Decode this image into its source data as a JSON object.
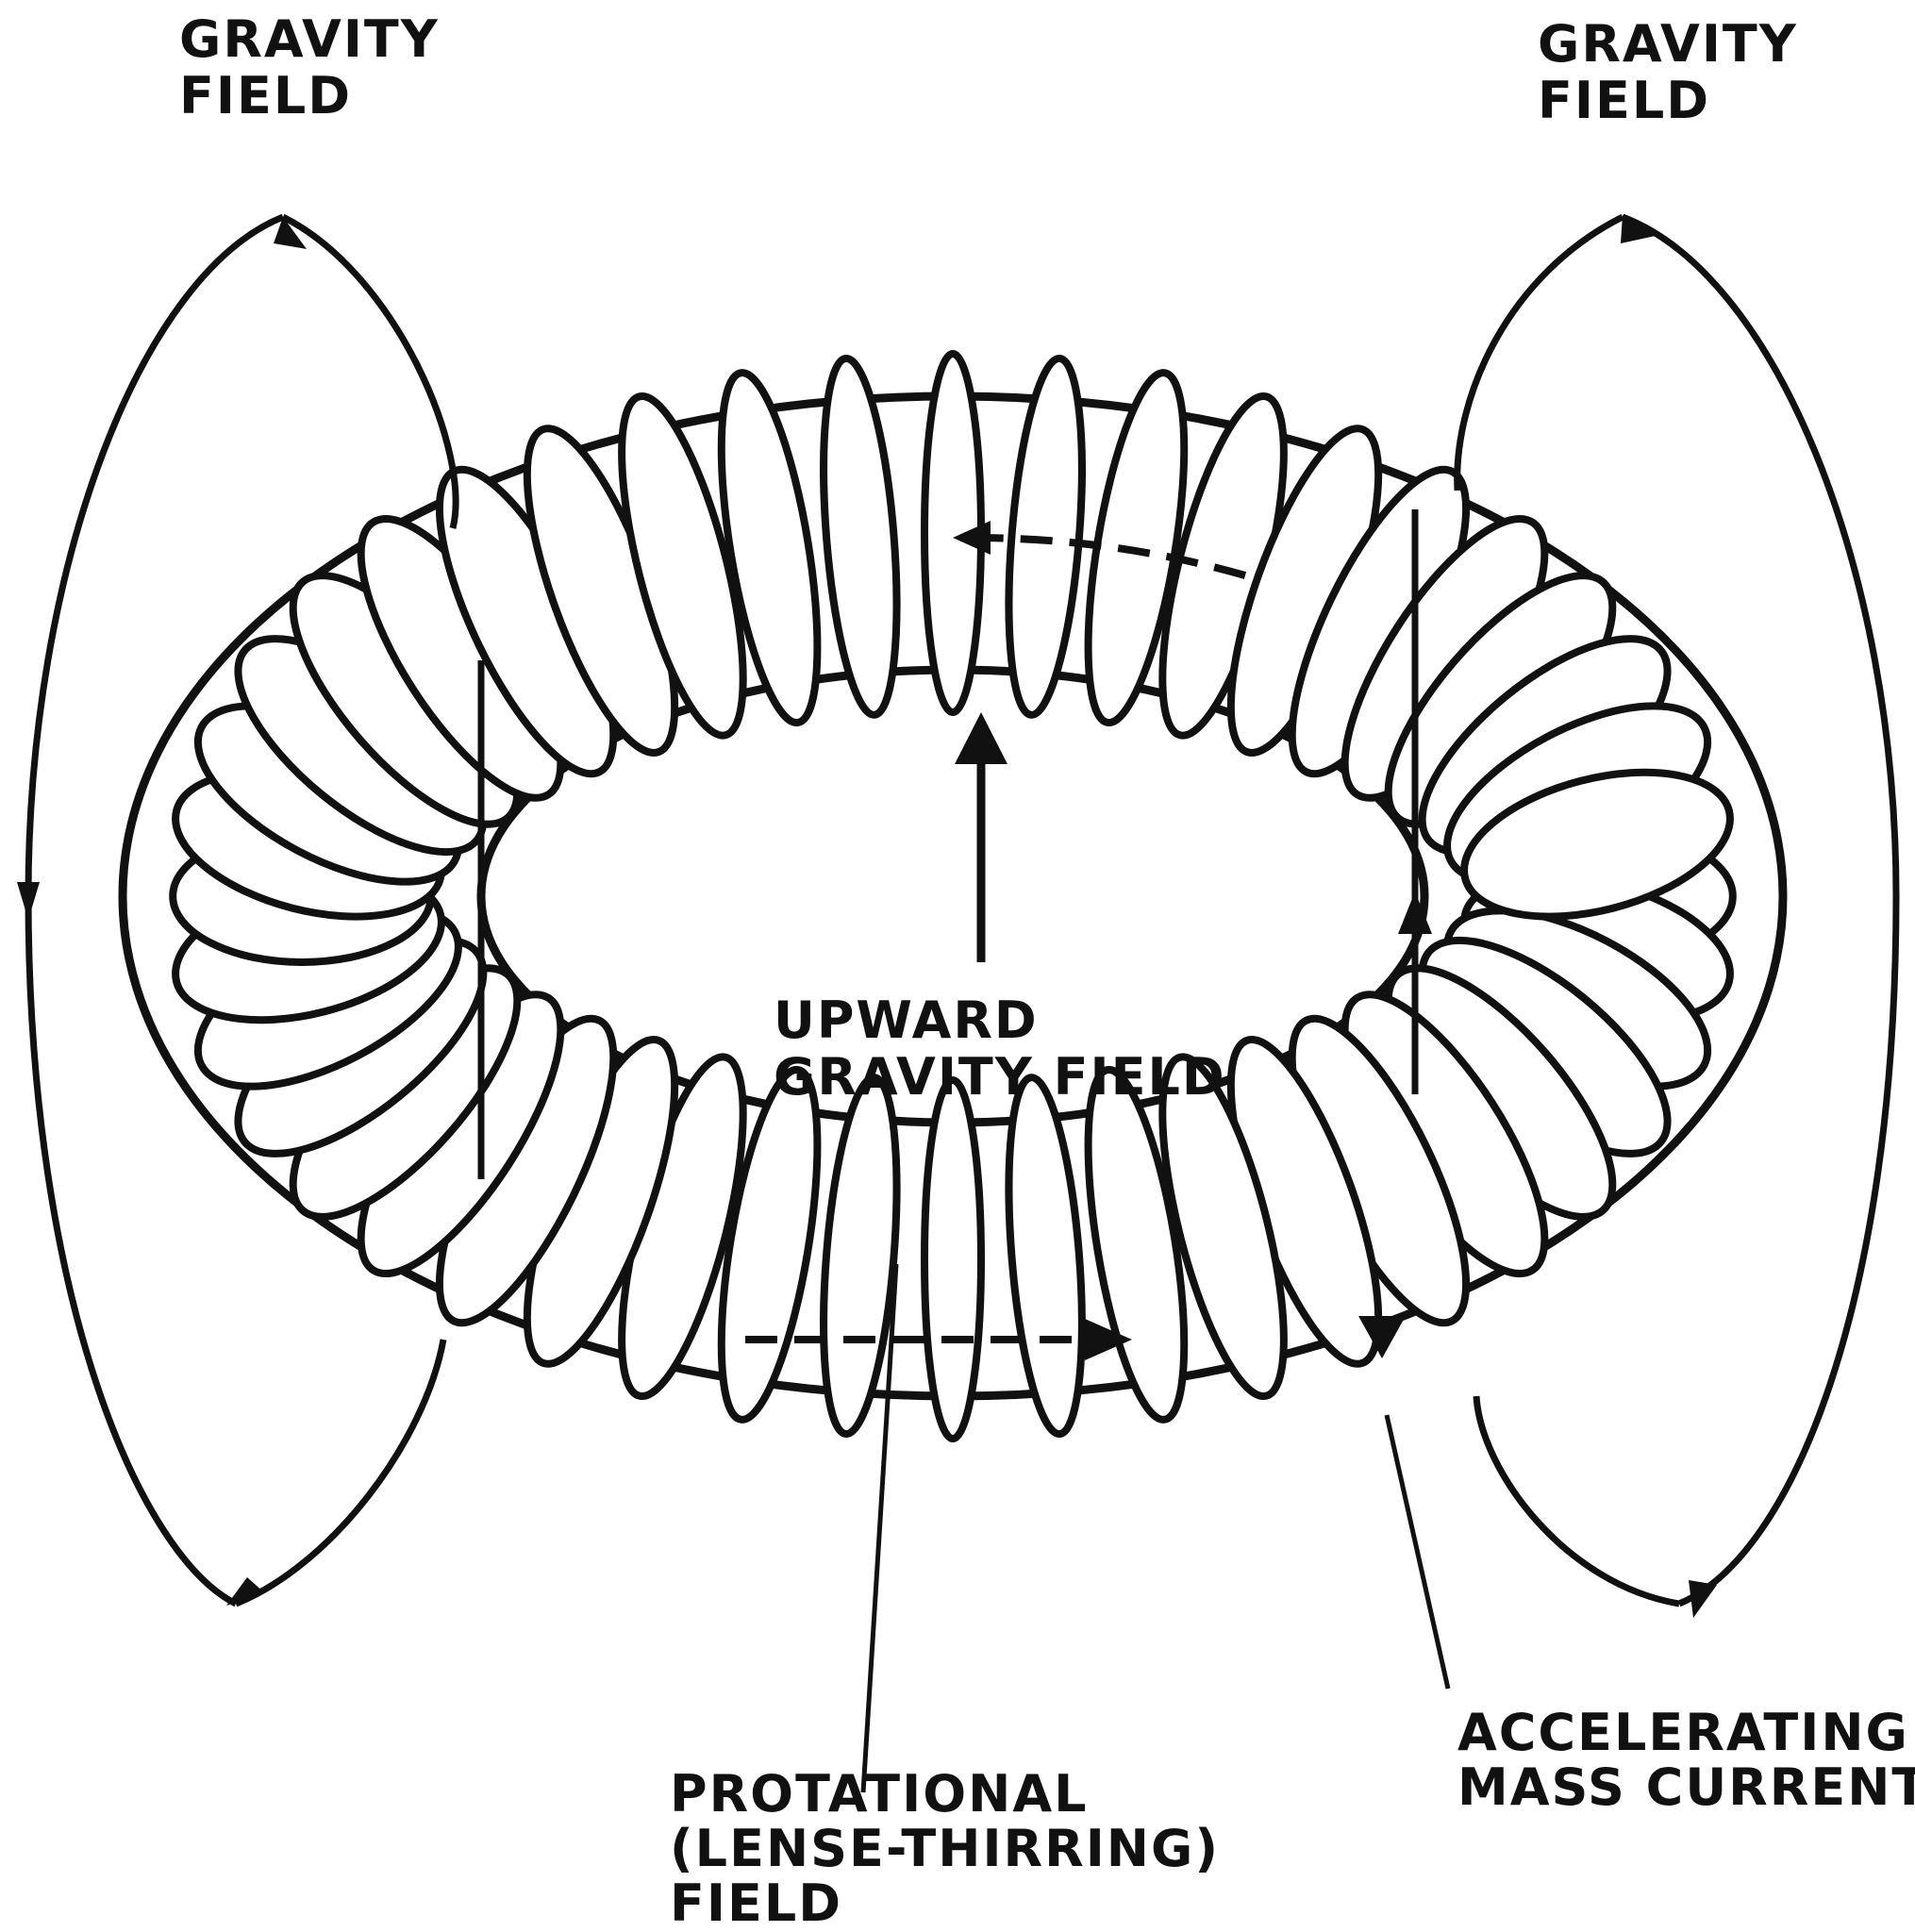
{
  "labels": {
    "gravity_left": [
      "GRAVITY",
      "FIELD"
    ],
    "gravity_right": [
      "GRAVITY",
      "FIELD"
    ],
    "upward": [
      "UPWARD",
      "GRAVITY FIELD"
    ],
    "protational": [
      "PROTATIONAL",
      "(LENSE-THIRRING)",
      "FIELD"
    ],
    "accelerating": [
      "ACCELERATING",
      "MASS CURRENT"
    ]
  },
  "colors": {
    "ink": "#111111",
    "paper": "#ffffff"
  },
  "rings": {
    "count": 44
  }
}
